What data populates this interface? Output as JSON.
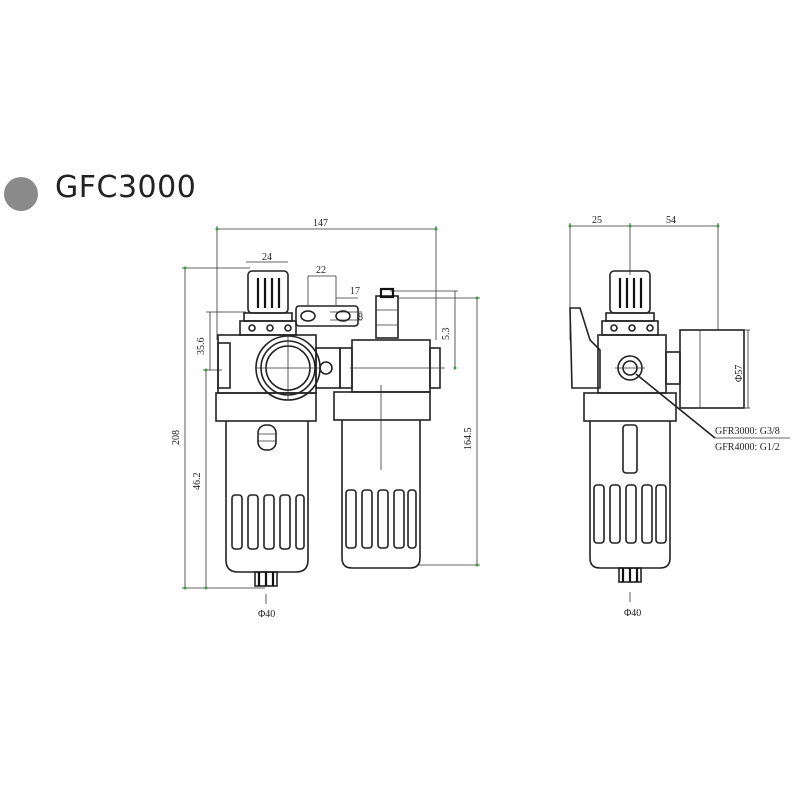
{
  "title": "GFC3000",
  "dimensions": {
    "overall_width": "147",
    "knob_width": "24",
    "gauge_offset": "22",
    "port_width": "17",
    "small_a": "8",
    "small_b": "5.3",
    "port_height": "35.6",
    "overall_height": "208",
    "bowl_height": "46.2",
    "lub_height": "164.5",
    "drain_left": "Φ40",
    "side_width_a": "25",
    "side_width_b": "54",
    "gauge_dia": "Φ57",
    "drain_right": "Φ40"
  },
  "notes": {
    "thread_1": "GFR3000: G3/8",
    "thread_2": "GFR4000: G1/2"
  }
}
